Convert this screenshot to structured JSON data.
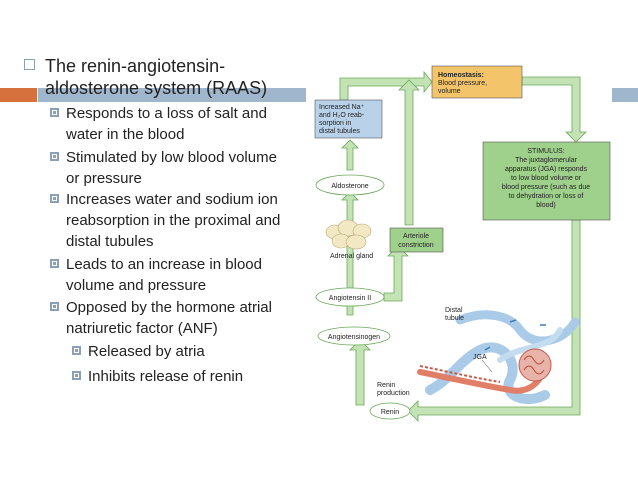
{
  "slide": {
    "title_line1": "The renin-angiotensin-",
    "title_line2": "aldosterone system (RAAS)",
    "bullets": [
      {
        "line1": "Responds to a loss of salt and",
        "line2": "water in the blood"
      },
      {
        "line1": "Stimulated by low blood volume",
        "line2": "or pressure"
      },
      {
        "line1": "Increases water and sodium ion",
        "line2": "reabsorption in the proximal and",
        "line3": "distal tubules"
      },
      {
        "line1": "Leads to an increase in blood",
        "line2": "volume and pressure"
      },
      {
        "line1": "Opposed by the hormone atrial",
        "line2": "natriuretic factor (ANF)"
      }
    ],
    "sub_bullets": [
      "Released by atria",
      "Inhibits release of renin"
    ]
  },
  "diagram": {
    "homeostasis_title": "Homeostasis:",
    "homeostasis_line1": "Blood pressure,",
    "homeostasis_line2": "volume",
    "na_line1": "Increased Na⁺",
    "na_line2": "and H₂O reab-",
    "na_line3": "sorption in",
    "na_line4": "distal tubules",
    "stimulus_title": "STIMULUS:",
    "stimulus_lines": [
      "The juxtaglomerular",
      "apparatus (JGA) responds",
      "to low blood volume or",
      "blood pressure (such as due",
      "to dehydration or loss of",
      "blood)"
    ],
    "aldosterone": "Aldosterone",
    "adrenal_gland": "Adrenal gland",
    "arteriole_line1": "Arteriole",
    "arteriole_line2": "constriction",
    "angiotensin_ii": "Angiotensin II",
    "angiotensinogen": "Angiotensinogen",
    "distal_line1": "Distal",
    "distal_line2": "tubule",
    "jga": "JGA",
    "renin_prod_line1": "Renin",
    "renin_prod_line2": "production",
    "renin": "Renin"
  },
  "colors": {
    "accent_orange": "#d6703c",
    "accent_blue": "#9fb6cc",
    "box_green": "#9fd08c",
    "box_orange": "#f4c46a",
    "box_blue": "#b9d2ea",
    "arrow_green": "#c3e3b5"
  }
}
